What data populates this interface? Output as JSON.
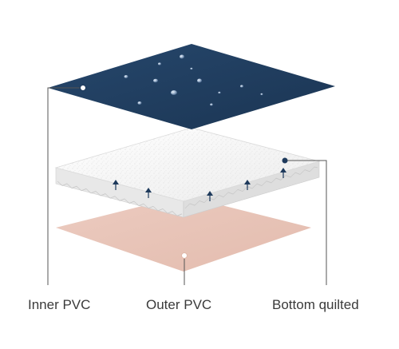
{
  "labels": {
    "inner": "Inner PVC",
    "outer": "Outer PVC",
    "bottom": "Bottom quilted"
  },
  "colors": {
    "inner_layer": "#1e3a5c",
    "middle_layer": "#f3f3f3",
    "bottom_layer": "#e8c4b8",
    "leader_line": "#555555",
    "label_text": "#3a3a3a",
    "arrow": "#1e3a5c"
  },
  "icons": {
    "droplets": "water-droplet-icon",
    "arrows": "up-arrow-icon",
    "markers": "dot-marker-icon"
  }
}
